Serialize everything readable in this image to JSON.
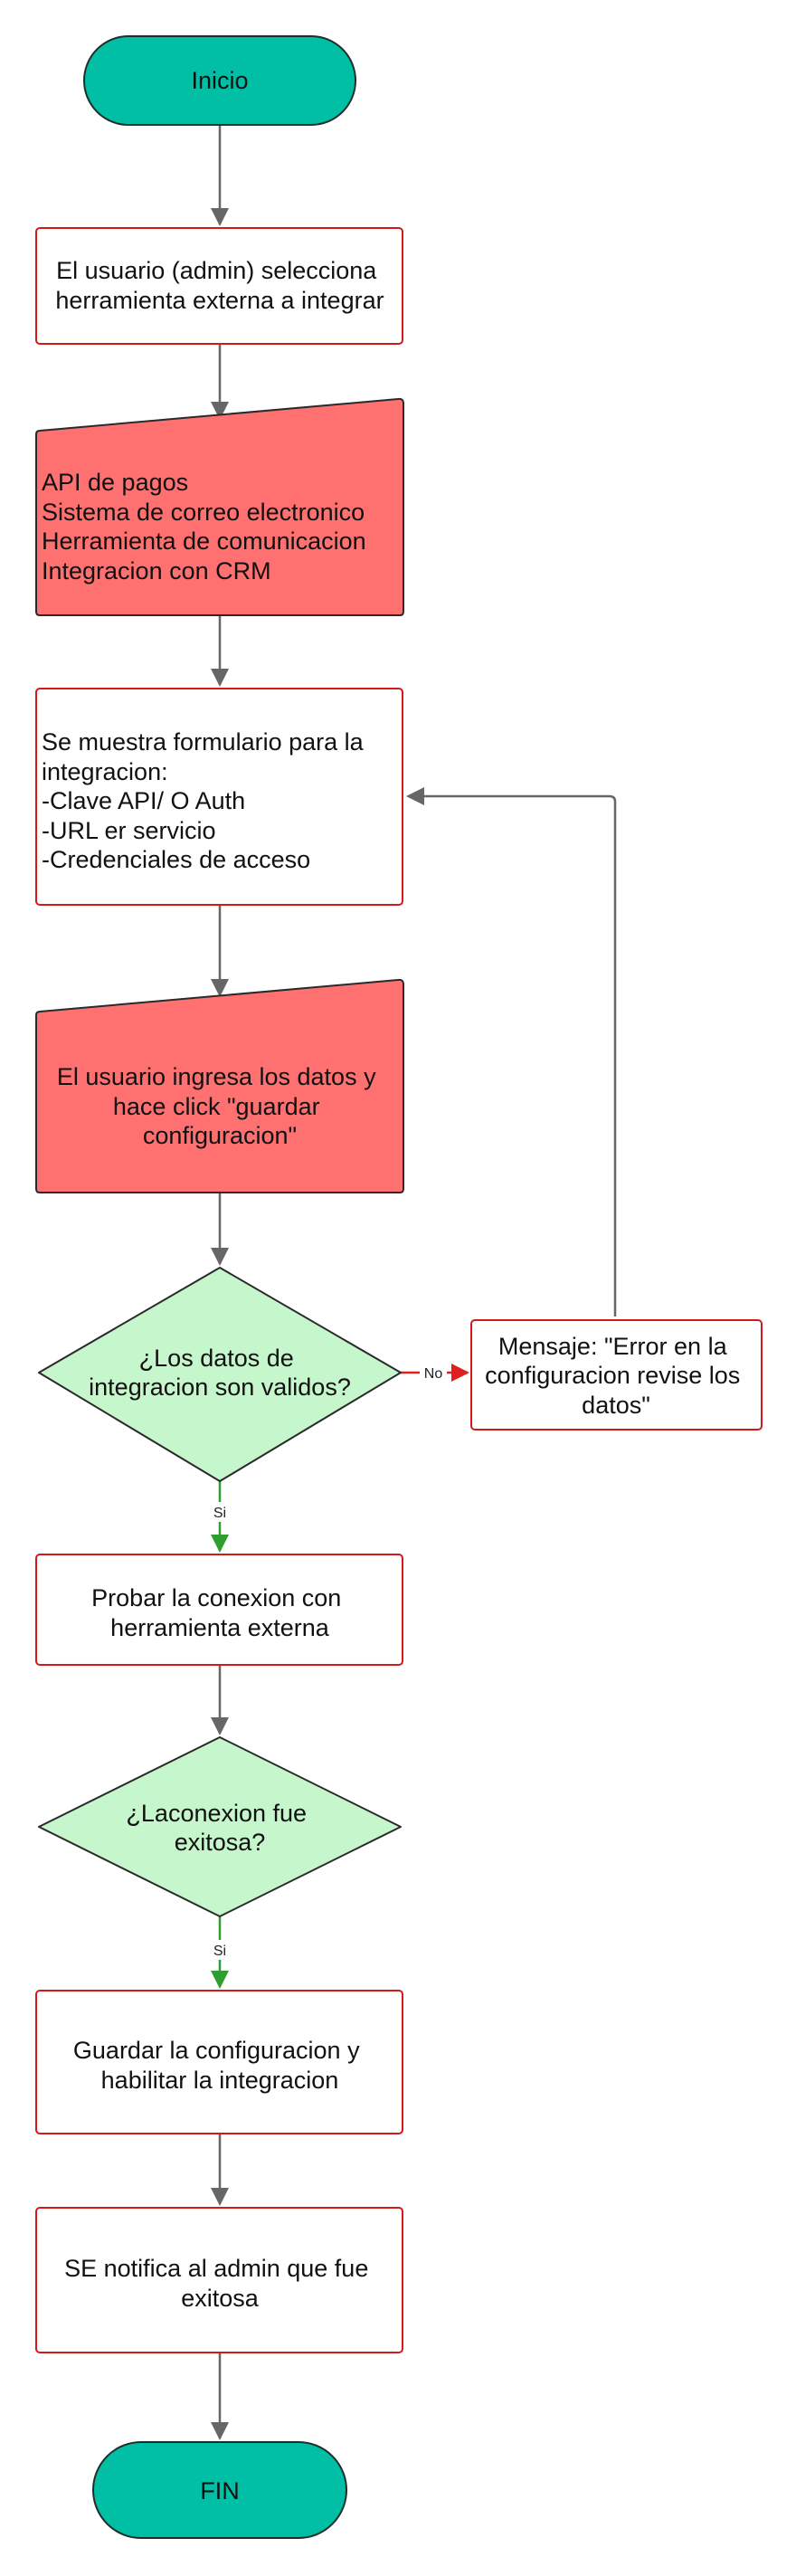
{
  "colors": {
    "terminal_fill": "#00bfa5",
    "terminal_stroke": "#1f2d2b",
    "process_stroke": "#d11a1a",
    "manual_fill": "#ff7070",
    "manual_stroke": "#2a2a2a",
    "decision_fill": "#c6f6cb",
    "decision_stroke": "#2a2a2a",
    "arrow_gray": "#666666",
    "arrow_red": "#e02020",
    "arrow_green": "#2e9e2e"
  },
  "nodes": {
    "inicio": {
      "text": "Inicio"
    },
    "seleccion": {
      "lines": [
        "El usuario (admin) selecciona",
        "herramienta externa a integrar"
      ]
    },
    "opciones": {
      "lines": [
        "API de pagos",
        "Sistema de correo electronico",
        "Herramienta de comunicacion",
        "Integracion con CRM"
      ]
    },
    "formulario": {
      "lines": [
        "Se muestra formulario para la",
        "integracion:",
        "-Clave API/ O Auth",
        "-URL er servicio",
        "-Credenciales de acceso"
      ]
    },
    "ingreso": {
      "lines": [
        "El usuario ingresa los datos y",
        "hace click \"guardar",
        "configuracion\""
      ]
    },
    "validacion": {
      "lines": [
        "¿Los datos de",
        "integracion son validos?"
      ]
    },
    "error": {
      "lines": [
        "Mensaje: \"Error en la",
        "configuracion revise los",
        "datos\""
      ]
    },
    "probar": {
      "lines": [
        "Probar la conexion con",
        "herramienta externa"
      ]
    },
    "exito": {
      "lines": [
        "¿Laconexion fue",
        "exitosa?"
      ]
    },
    "guardar": {
      "lines": [
        "Guardar la configuracion y",
        "habilitar la integracion"
      ]
    },
    "notificar": {
      "lines": [
        "SE notifica al admin que fue",
        "exitosa"
      ]
    },
    "fin": {
      "text": "FIN"
    }
  },
  "edges": {
    "no_label": "No",
    "si_label_1": "Si",
    "si_label_2": "Si"
  }
}
